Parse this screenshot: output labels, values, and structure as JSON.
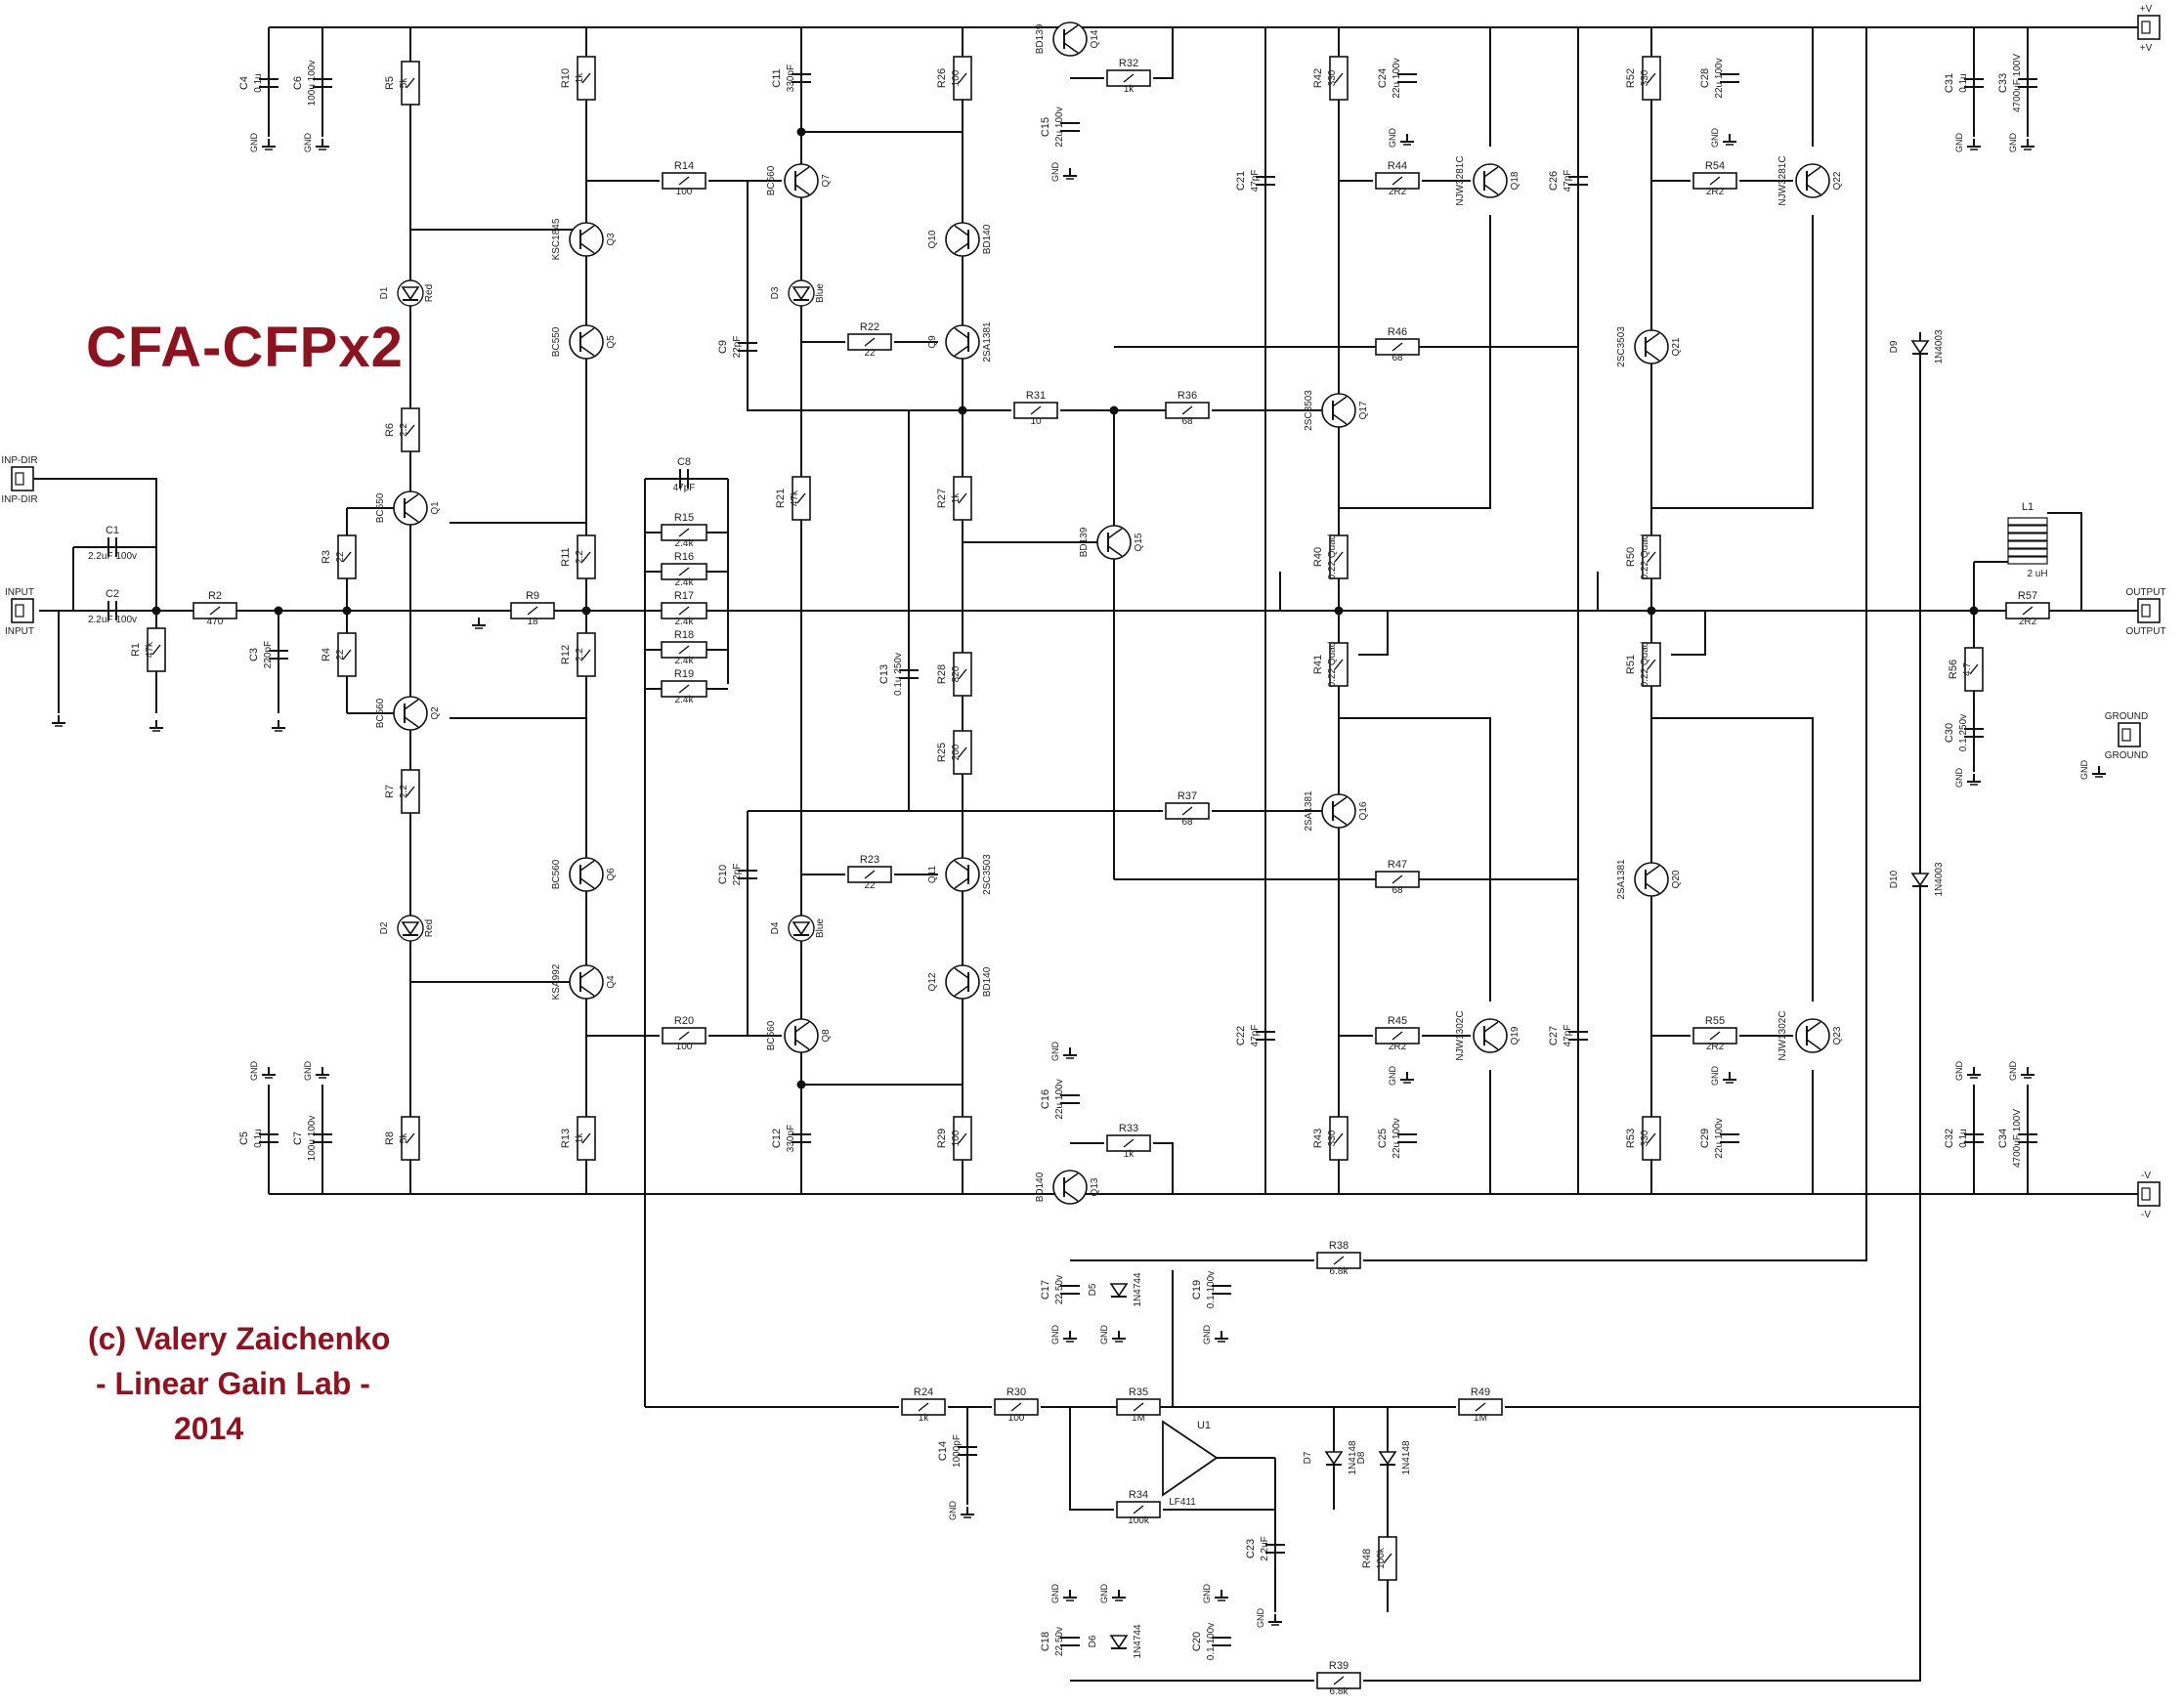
{
  "title": "CFA-CFPx2",
  "credit": {
    "line1": "(c) Valery Zaichenko",
    "line2": "- Linear Gain Lab -",
    "line3": "2014"
  },
  "colors": {
    "accent": "#8b1420",
    "wire": "#111111",
    "text": "#222222"
  },
  "connectors": {
    "pos_supply": "+V",
    "neg_supply": "-V",
    "output": "OUTPUT",
    "ground": "GROUND",
    "input": "INPUT",
    "input_direct": "INP-DIR",
    "gnd": "GND"
  },
  "components": [
    {
      "id": "C1",
      "ref": "C1",
      "value": "2.2uF 100v"
    },
    {
      "id": "C2",
      "ref": "C2",
      "value": "2.2uF 100v"
    },
    {
      "id": "R1",
      "ref": "R1",
      "value": "47k"
    },
    {
      "id": "R2",
      "ref": "R2",
      "value": "470"
    },
    {
      "id": "C3",
      "ref": "C3",
      "value": "220pF"
    },
    {
      "id": "R3",
      "ref": "R3",
      "value": "22"
    },
    {
      "id": "R4",
      "ref": "R4",
      "value": "22"
    },
    {
      "id": "Q1",
      "ref": "Q1",
      "value": "BC550"
    },
    {
      "id": "Q2",
      "ref": "Q2",
      "value": "BC560"
    },
    {
      "id": "R5",
      "ref": "R5",
      "value": "5k"
    },
    {
      "id": "R6",
      "ref": "R6",
      "value": "2.2"
    },
    {
      "id": "R7",
      "ref": "R7",
      "value": "2.2"
    },
    {
      "id": "R8",
      "ref": "R8",
      "value": "5k"
    },
    {
      "id": "D1",
      "ref": "D1",
      "value": "Red"
    },
    {
      "id": "D2",
      "ref": "D2",
      "value": "Red"
    },
    {
      "id": "C4",
      "ref": "C4",
      "value": "0.1u"
    },
    {
      "id": "C6",
      "ref": "C6",
      "value": "100u 100v"
    },
    {
      "id": "C5",
      "ref": "C5",
      "value": "0.1u"
    },
    {
      "id": "C7",
      "ref": "C7",
      "value": "100u 100v"
    },
    {
      "id": "R10",
      "ref": "R10",
      "value": "1k"
    },
    {
      "id": "Q3",
      "ref": "Q3",
      "value": "KSC1845"
    },
    {
      "id": "Q5",
      "ref": "Q5",
      "value": "BC550"
    },
    {
      "id": "R11",
      "ref": "R11",
      "value": "2.2"
    },
    {
      "id": "R9",
      "ref": "R9",
      "value": "18"
    },
    {
      "id": "R12",
      "ref": "R12",
      "value": "2.2"
    },
    {
      "id": "Q6",
      "ref": "Q6",
      "value": "BC560"
    },
    {
      "id": "Q4",
      "ref": "Q4",
      "value": "KSA992"
    },
    {
      "id": "R13",
      "ref": "R13",
      "value": "1k"
    },
    {
      "id": "C8",
      "ref": "C8",
      "value": "47pF"
    },
    {
      "id": "R15",
      "ref": "R15",
      "value": "2.4k"
    },
    {
      "id": "R16",
      "ref": "R16",
      "value": "2.4k"
    },
    {
      "id": "R17",
      "ref": "R17",
      "value": "2.4k"
    },
    {
      "id": "R18",
      "ref": "R18",
      "value": "2.4k"
    },
    {
      "id": "R19",
      "ref": "R19",
      "value": "2.4k"
    },
    {
      "id": "R14",
      "ref": "R14",
      "value": "100"
    },
    {
      "id": "R20",
      "ref": "R20",
      "value": "100"
    },
    {
      "id": "C11",
      "ref": "C11",
      "value": "330pF"
    },
    {
      "id": "C12",
      "ref": "C12",
      "value": "330pF"
    },
    {
      "id": "Q7",
      "ref": "Q7",
      "value": "BC560"
    },
    {
      "id": "Q8",
      "ref": "Q8",
      "value": "BC560"
    },
    {
      "id": "D3",
      "ref": "D3",
      "value": "Blue"
    },
    {
      "id": "D4",
      "ref": "D4",
      "value": "Blue"
    },
    {
      "id": "C9",
      "ref": "C9",
      "value": "22pF"
    },
    {
      "id": "C10",
      "ref": "C10",
      "value": "22pF"
    },
    {
      "id": "R21",
      "ref": "R21",
      "value": "47k"
    },
    {
      "id": "R22",
      "ref": "R22",
      "value": "22"
    },
    {
      "id": "R23",
      "ref": "R23",
      "value": "22"
    },
    {
      "id": "R26",
      "ref": "R26",
      "value": "100"
    },
    {
      "id": "Q10",
      "ref": "Q10",
      "value": "BD140"
    },
    {
      "id": "Q9",
      "ref": "Q9",
      "value": "2SA1381"
    },
    {
      "id": "R27",
      "ref": "R27",
      "value": "1k"
    },
    {
      "id": "C13",
      "ref": "C13",
      "value": "0.1u 250v"
    },
    {
      "id": "R28",
      "ref": "R28",
      "value": "820"
    },
    {
      "id": "R25",
      "ref": "R25",
      "value": "200"
    },
    {
      "id": "Q11",
      "ref": "Q11",
      "value": "2SC3503"
    },
    {
      "id": "Q12",
      "ref": "Q12",
      "value": "BD140"
    },
    {
      "id": "R29",
      "ref": "R29",
      "value": "100"
    },
    {
      "id": "Q14",
      "ref": "Q14",
      "value": "BD139"
    },
    {
      "id": "C15",
      "ref": "C15",
      "value": "22u 100v"
    },
    {
      "id": "R32",
      "ref": "R32",
      "value": "1k"
    },
    {
      "id": "Q13",
      "ref": "Q13",
      "value": "BD140"
    },
    {
      "id": "C16",
      "ref": "C16",
      "value": "22u 100v"
    },
    {
      "id": "R33",
      "ref": "R33",
      "value": "1k"
    },
    {
      "id": "R31",
      "ref": "R31",
      "value": "10"
    },
    {
      "id": "Q15",
      "ref": "Q15",
      "value": "BD139"
    },
    {
      "id": "R36",
      "ref": "R36",
      "value": "68"
    },
    {
      "id": "R37",
      "ref": "R37",
      "value": "68"
    },
    {
      "id": "Q17",
      "ref": "Q17",
      "value": "2SC3503"
    },
    {
      "id": "Q16",
      "ref": "Q16",
      "value": "2SA1381"
    },
    {
      "id": "C21",
      "ref": "C21",
      "value": "47pF"
    },
    {
      "id": "C22",
      "ref": "C22",
      "value": "47pF"
    },
    {
      "id": "R42",
      "ref": "R42",
      "value": "330"
    },
    {
      "id": "C24",
      "ref": "C24",
      "value": "22u 100v"
    },
    {
      "id": "R44",
      "ref": "R44",
      "value": "2R2"
    },
    {
      "id": "Q18",
      "ref": "Q18",
      "value": "NJW3281C"
    },
    {
      "id": "R46",
      "ref": "R46",
      "value": "68"
    },
    {
      "id": "R40",
      "ref": "R40",
      "value": "0.22 Quad"
    },
    {
      "id": "R41",
      "ref": "R41",
      "value": "0.22 Quad"
    },
    {
      "id": "R47",
      "ref": "R47",
      "value": "68"
    },
    {
      "id": "R45",
      "ref": "R45",
      "value": "2R2"
    },
    {
      "id": "Q19",
      "ref": "Q19",
      "value": "NJW1302C"
    },
    {
      "id": "R43",
      "ref": "R43",
      "value": "330"
    },
    {
      "id": "C25",
      "ref": "C25",
      "value": "22u 100v"
    },
    {
      "id": "C26",
      "ref": "C26",
      "value": "47pF"
    },
    {
      "id": "C27",
      "ref": "C27",
      "value": "47pF"
    },
    {
      "id": "R52",
      "ref": "R52",
      "value": "330"
    },
    {
      "id": "C28",
      "ref": "C28",
      "value": "22u 100v"
    },
    {
      "id": "R54",
      "ref": "R54",
      "value": "2R2"
    },
    {
      "id": "Q22",
      "ref": "Q22",
      "value": "NJW3281C"
    },
    {
      "id": "Q21",
      "ref": "Q21",
      "value": "2SC3503"
    },
    {
      "id": "R50",
      "ref": "R50",
      "value": "0.22 Quad"
    },
    {
      "id": "R51",
      "ref": "R51",
      "value": "0.22 Quad"
    },
    {
      "id": "Q20",
      "ref": "Q20",
      "value": "2SA1381"
    },
    {
      "id": "R55",
      "ref": "R55",
      "value": "2R2"
    },
    {
      "id": "Q23",
      "ref": "Q23",
      "value": "NJW1302C"
    },
    {
      "id": "R53",
      "ref": "R53",
      "value": "330"
    },
    {
      "id": "C29",
      "ref": "C29",
      "value": "22u 100v"
    },
    {
      "id": "D9",
      "ref": "D9",
      "value": "1N4003"
    },
    {
      "id": "D10",
      "ref": "D10",
      "value": "1N4003"
    },
    {
      "id": "C31",
      "ref": "C31",
      "value": "0.1u"
    },
    {
      "id": "C33",
      "ref": "C33",
      "value": "4700uF 100V"
    },
    {
      "id": "C32",
      "ref": "C32",
      "value": "0.1u"
    },
    {
      "id": "C34",
      "ref": "C34",
      "value": "4700uF 100V"
    },
    {
      "id": "L1",
      "ref": "L1",
      "value": "2 uH"
    },
    {
      "id": "R57",
      "ref": "R57",
      "value": "2R2"
    },
    {
      "id": "R56",
      "ref": "R56",
      "value": "4.7"
    },
    {
      "id": "C30",
      "ref": "C30",
      "value": "0.1 250v"
    },
    {
      "id": "R38",
      "ref": "R38",
      "value": "6.8k"
    },
    {
      "id": "R39",
      "ref": "R39",
      "value": "6.8k"
    },
    {
      "id": "C17",
      "ref": "C17",
      "value": "22 50v"
    },
    {
      "id": "D5",
      "ref": "D5",
      "value": "1N4744"
    },
    {
      "id": "C19",
      "ref": "C19",
      "value": "0.1 100v"
    },
    {
      "id": "C18",
      "ref": "C18",
      "value": "22 50v"
    },
    {
      "id": "D6",
      "ref": "D6",
      "value": "1N4744"
    },
    {
      "id": "C20",
      "ref": "C20",
      "value": "0.1 100v"
    },
    {
      "id": "R24",
      "ref": "R24",
      "value": "1k"
    },
    {
      "id": "C14",
      "ref": "C14",
      "value": "1000pF"
    },
    {
      "id": "R30",
      "ref": "R30",
      "value": "100"
    },
    {
      "id": "R35",
      "ref": "R35",
      "value": "1M"
    },
    {
      "id": "R34",
      "ref": "R34",
      "value": "100k"
    },
    {
      "id": "U1",
      "ref": "U1",
      "value": "LF411"
    },
    {
      "id": "C23",
      "ref": "C23",
      "value": "2.2uF"
    },
    {
      "id": "D7",
      "ref": "D7",
      "value": "1N4148"
    },
    {
      "id": "D8",
      "ref": "D8",
      "value": "1N4148"
    },
    {
      "id": "R48",
      "ref": "R48",
      "value": "100k"
    },
    {
      "id": "R49",
      "ref": "R49",
      "value": "1M"
    }
  ]
}
